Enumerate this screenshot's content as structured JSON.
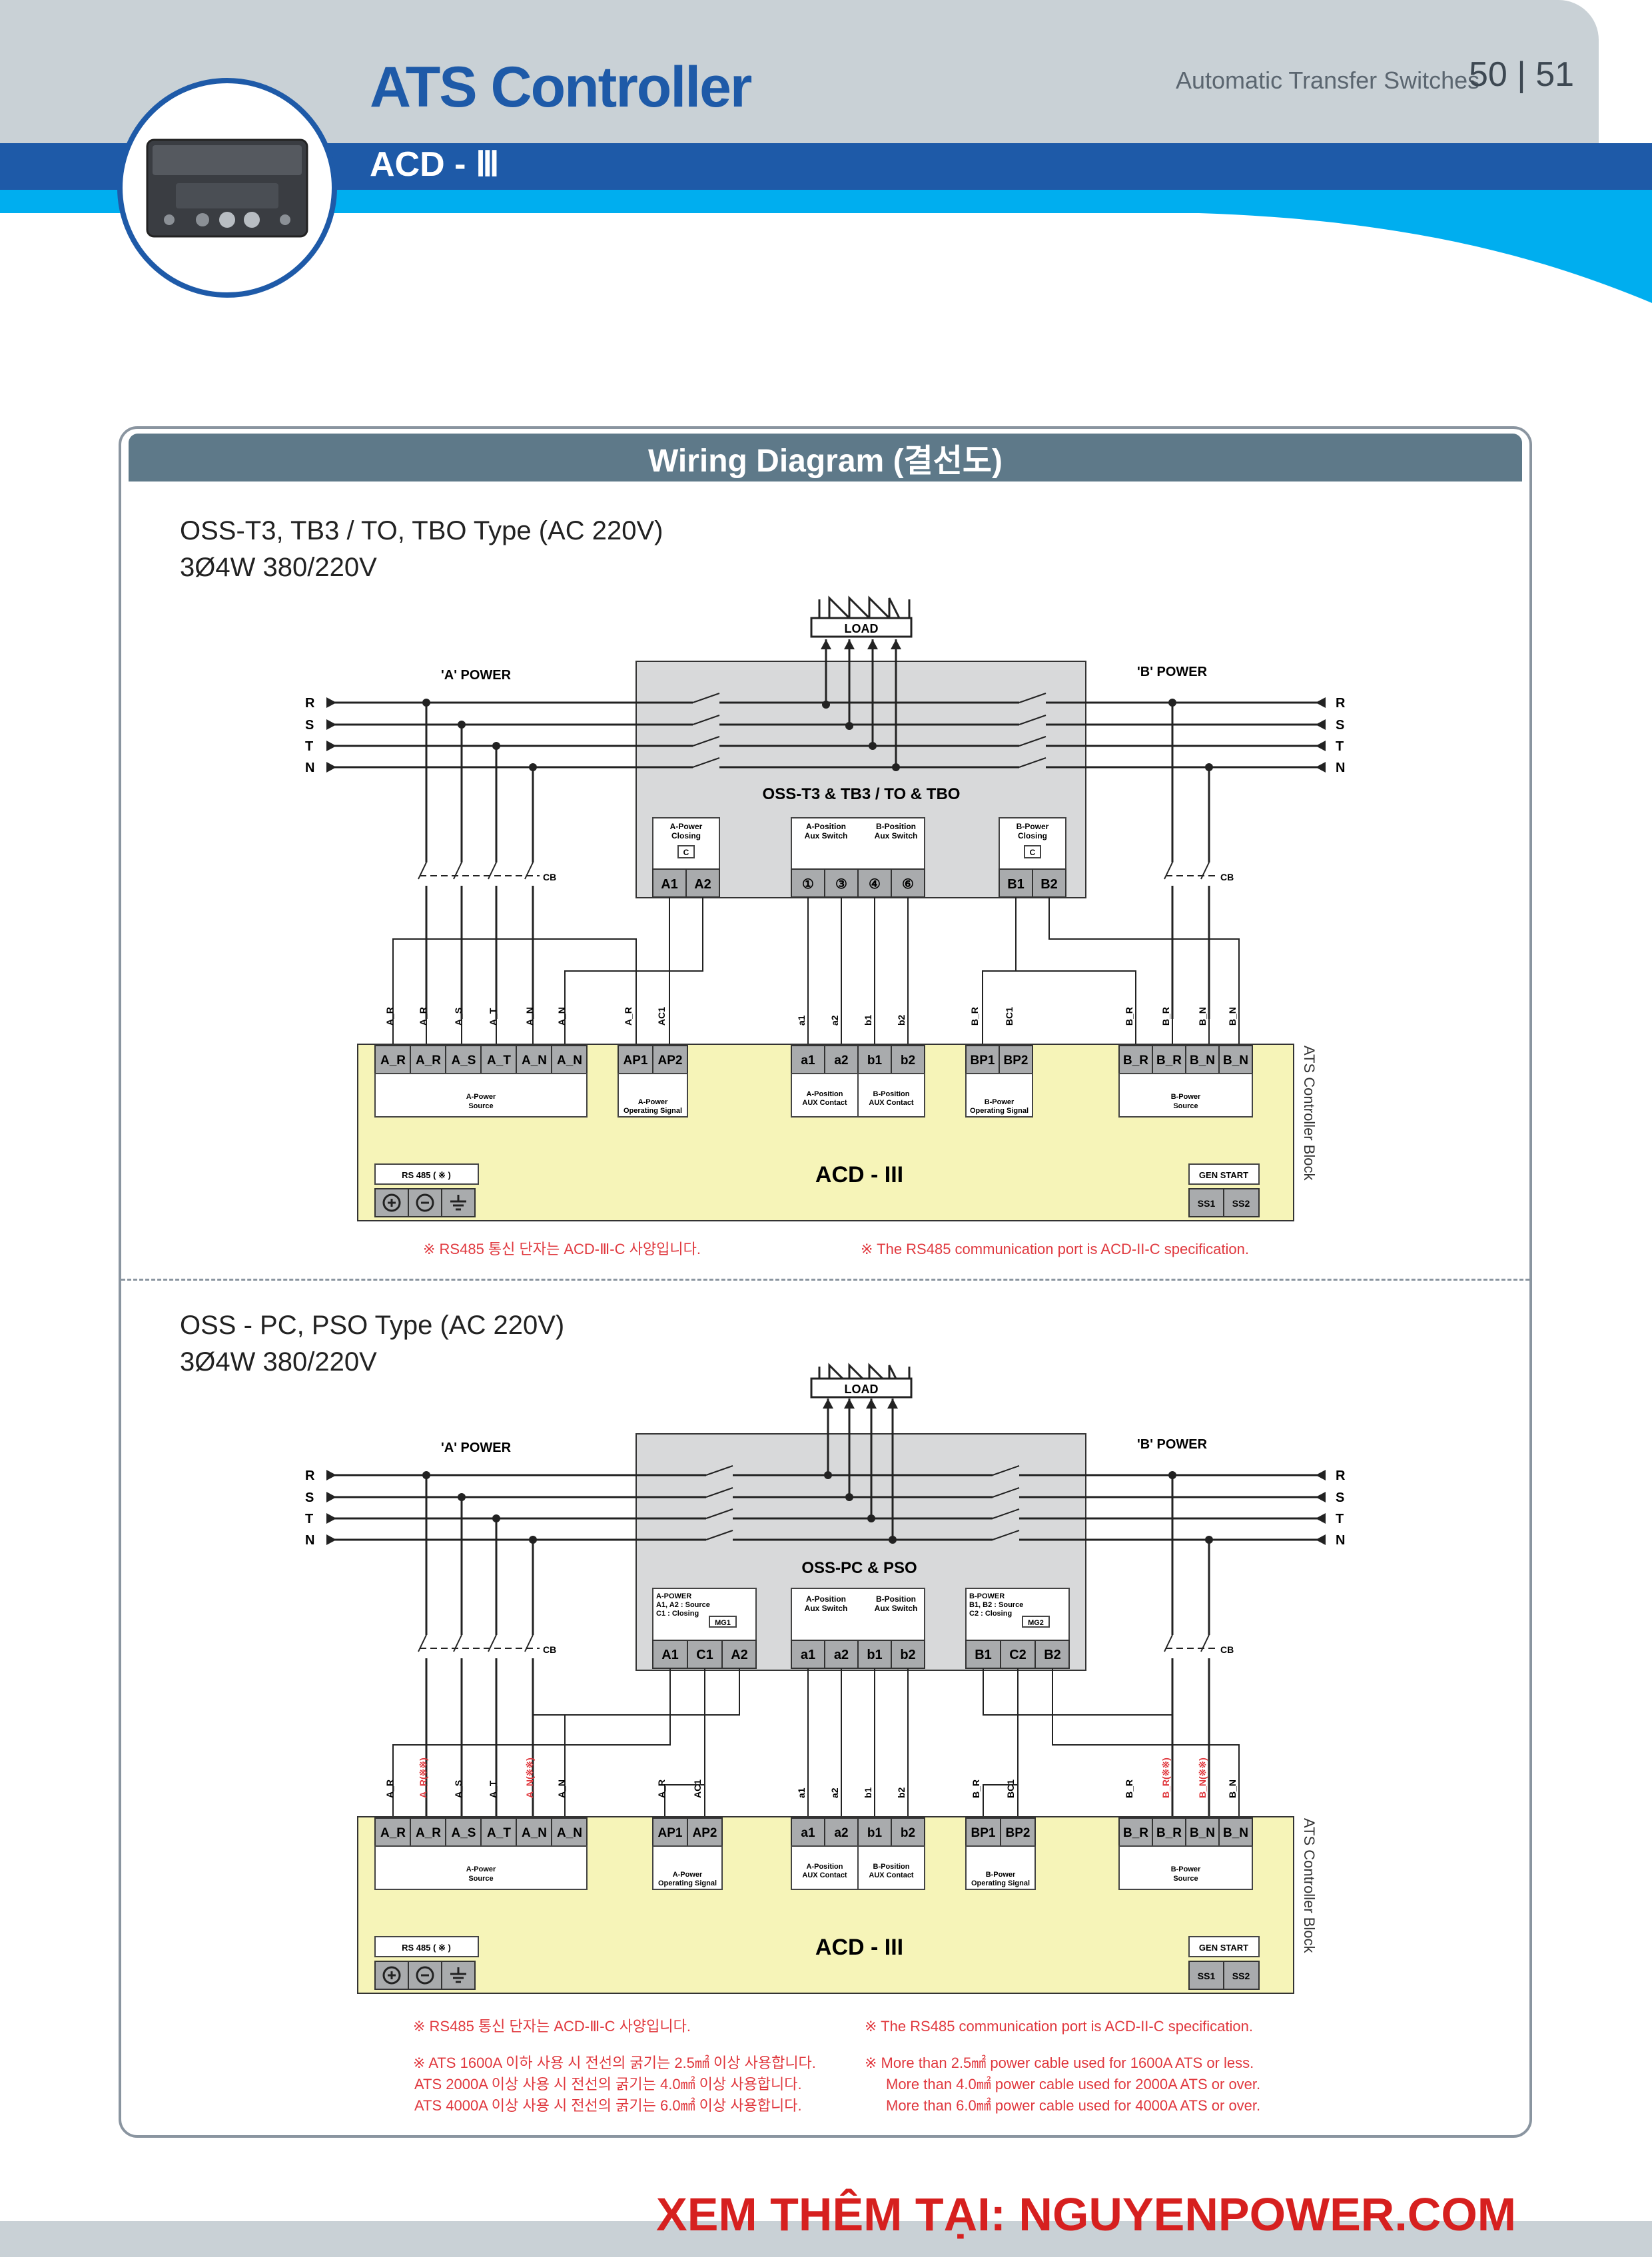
{
  "header": {
    "title": "ATS Controller",
    "model": "ACD - Ⅲ",
    "subtitle": "Automatic Transfer Switches",
    "page_numbers": "50 | 51"
  },
  "section_title": "Wiring Diagram (결선도)",
  "colors": {
    "brand_blue": "#1e5aa8",
    "light_blue": "#00aeef",
    "header_grey": "#c9d1d6",
    "section_grey": "#5e7989",
    "block_yellow": "#f6f4b8",
    "note_red": "#e0383e",
    "promo_red": "#d6201f"
  },
  "icons": [
    "load-icon",
    "arrow-icon",
    "breaker-icon",
    "plus-icon",
    "minus-icon",
    "ground-icon"
  ],
  "diagram1": {
    "heading_line1": "OSS-T3, TB3 / TO, TBO Type (AC 220V)",
    "heading_line2": "3Ø4W 380/220V",
    "load": "LOAD",
    "a_power": "'A' POWER",
    "b_power": "'B' POWER",
    "lines": [
      "R",
      "S",
      "T",
      "N"
    ],
    "cb": "CB",
    "switch_title": "OSS-T3 & TB3 / TO & TBO",
    "a_closing": [
      "A-Power",
      "Closing"
    ],
    "a_pos_aux": [
      "A-Position",
      "Aux Switch"
    ],
    "b_pos_aux": [
      "B-Position",
      "Aux Switch"
    ],
    "b_closing": [
      "B-Power",
      "Closing"
    ],
    "coil": "C",
    "switch_terminals": [
      "A1",
      "A2",
      "①",
      "③",
      "④",
      "⑥",
      "B1",
      "B2"
    ],
    "wire_labels": [
      "A_R",
      "A_R",
      "A_S",
      "A_T",
      "A_N",
      "A_N",
      "A_R",
      "AC1",
      "a1",
      "a2",
      "b1",
      "b2",
      "B_R",
      "BC1",
      "B_R",
      "B_R",
      "B_N",
      "B_N"
    ],
    "controller_terminals": [
      "A_R",
      "A_R",
      "A_S",
      "A_T",
      "A_N",
      "A_N",
      "AP1",
      "AP2",
      "a1",
      "a2",
      "b1",
      "b2",
      "BP1",
      "BP2",
      "B_R",
      "B_R",
      "B_N",
      "B_N"
    ],
    "a_source": [
      "A-Power",
      "Source"
    ],
    "a_op": [
      "A-Power",
      "Operating Signal"
    ],
    "a_contact": [
      "A-Position",
      "AUX Contact"
    ],
    "b_contact": [
      "B-Position",
      "AUX Contact"
    ],
    "b_op": [
      "B-Power",
      "Operating Signal"
    ],
    "b_source": [
      "B-Power",
      "Source"
    ],
    "rs485": "RS 485 ( ※ )",
    "controller_name": "ACD - III",
    "gen_start": "GEN START",
    "ss": [
      "SS1",
      "SS2"
    ],
    "side_label": "ATS Controller Block",
    "note_kr": "※ RS485 통신 단자는 ACD-Ⅲ-C 사양입니다.",
    "note_en": "※ The RS485 communication port is ACD-II-C specification."
  },
  "diagram2": {
    "heading_line1": "OSS - PC, PSO Type (AC 220V)",
    "heading_line2": "3Ø4W 380/220V",
    "load": "LOAD",
    "a_power": "'A' POWER",
    "b_power": "'B' POWER",
    "lines": [
      "R",
      "S",
      "T",
      "N"
    ],
    "cb": "CB",
    "switch_title": "OSS-PC & PSO",
    "a_box": [
      "A-POWER",
      "A1, A2 : Source",
      "C1 : Closing"
    ],
    "mg1": "MG1",
    "a_pos_aux": [
      "A-Position",
      "Aux Switch"
    ],
    "b_pos_aux": [
      "B-Position",
      "Aux Switch"
    ],
    "b_box": [
      "B-POWER",
      "B1, B2 : Source",
      "C2 : Closing"
    ],
    "mg2": "MG2",
    "switch_terminals": [
      "A1",
      "C1",
      "A2",
      "a1",
      "a2",
      "b1",
      "b2",
      "B1",
      "C2",
      "B2"
    ],
    "wire_labels": [
      "A_R",
      "A_R(※※)",
      "A_S",
      "A_T",
      "A_N(※※)",
      "A_N",
      "A_R",
      "AC1",
      "a1",
      "a2",
      "b1",
      "b2",
      "B_R",
      "BC1",
      "B_R",
      "B_R(※※)",
      "B_N(※※)",
      "B_N"
    ],
    "controller_terminals": [
      "A_R",
      "A_R",
      "A_S",
      "A_T",
      "A_N",
      "A_N",
      "AP1",
      "AP2",
      "a1",
      "a2",
      "b1",
      "b2",
      "BP1",
      "BP2",
      "B_R",
      "B_R",
      "B_N",
      "B_N"
    ],
    "a_source": [
      "A-Power",
      "Source"
    ],
    "a_op": [
      "A-Power",
      "Operating Signal"
    ],
    "a_contact": [
      "A-Position",
      "AUX Contact"
    ],
    "b_contact": [
      "B-Position",
      "AUX Contact"
    ],
    "b_op": [
      "B-Power",
      "Operating Signal"
    ],
    "b_source": [
      "B-Power",
      "Source"
    ],
    "rs485": "RS 485 ( ※ )",
    "controller_name": "ACD - III",
    "gen_start": "GEN START",
    "ss": [
      "SS1",
      "SS2"
    ],
    "side_label": "ATS Controller Block",
    "note_kr_1": "※ RS485 통신 단자는 ACD-Ⅲ-C 사양입니다.",
    "note_kr_2": [
      "※ ATS 1600A 이하 사용 시 전선의 굵기는 2.5㎟ 이상 사용합니다.",
      "ATS 2000A 이상 사용 시 전선의 굵기는 4.0㎟ 이상 사용합니다.",
      "ATS 4000A 이상 사용 시 전선의 굵기는 6.0㎟ 이상 사용합니다."
    ],
    "note_en_1": "※ The RS485 communication port is ACD-II-C specification.",
    "note_en_2": [
      "※ More than 2.5㎟ power cable used for 1600A ATS or less.",
      "More than 4.0㎟ power cable used for 2000A ATS or over.",
      "More than 6.0㎟ power cable used for 4000A ATS or over."
    ]
  },
  "footer": {
    "promo": "XEM THÊM TẠI: NGUYENPOWER.COM"
  }
}
